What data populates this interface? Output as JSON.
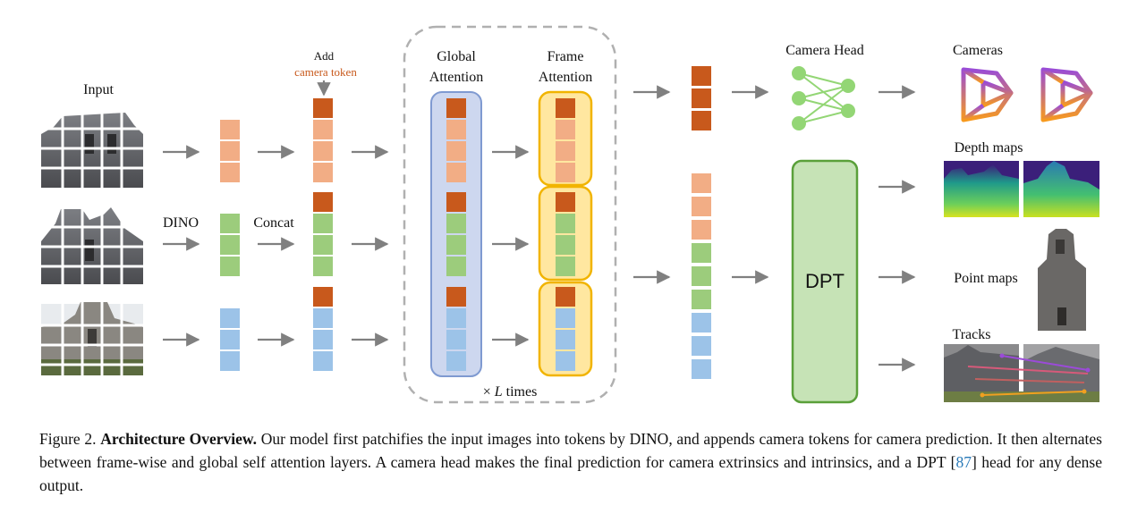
{
  "diagram": {
    "input_label": "Input",
    "dino_label": "DINO",
    "concat_label": "Concat",
    "add_label": "Add",
    "camera_token_label": "camera token",
    "global_attention_label": [
      "Global",
      "Attention"
    ],
    "frame_attention_label": [
      "Frame",
      "Attention"
    ],
    "repeat_label_prefix": "×",
    "repeat_label_var": "L",
    "repeat_label_suffix": "times",
    "camera_head_label": "Camera Head",
    "dpt_label": "DPT",
    "outputs": {
      "cameras": "Cameras",
      "depth_maps": "Depth maps",
      "point_maps": "Point maps",
      "tracks": "Tracks"
    },
    "colors": {
      "camera_token": "#c8591c",
      "frame1_token": "#f2ad85",
      "frame2_token": "#9ccc7c",
      "frame3_token": "#9cc3e8",
      "global_box_fill": "#cdd7ef",
      "global_box_stroke": "#7f9ad1",
      "frame_box_fill": "#ffe7a0",
      "frame_box_stroke": "#f1b400",
      "dpt_fill": "#c6e3b6",
      "dpt_stroke": "#5aa03a",
      "camera_head_node": "#93d675",
      "arrow": "#808080",
      "dashed_box": "#b0b0b0"
    }
  },
  "caption": {
    "prefix": "Figure 2. ",
    "bold": "Architecture Overview.",
    "text_before_ref": " Our model first patchifies the input images into tokens by DINO, and appends camera tokens for camera prediction. It then alternates between frame-wise and global self attention layers. A camera head makes the final prediction for camera extrinsics and intrinsics, and a DPT [",
    "ref": "87",
    "text_after_ref": "] head for any dense output."
  }
}
